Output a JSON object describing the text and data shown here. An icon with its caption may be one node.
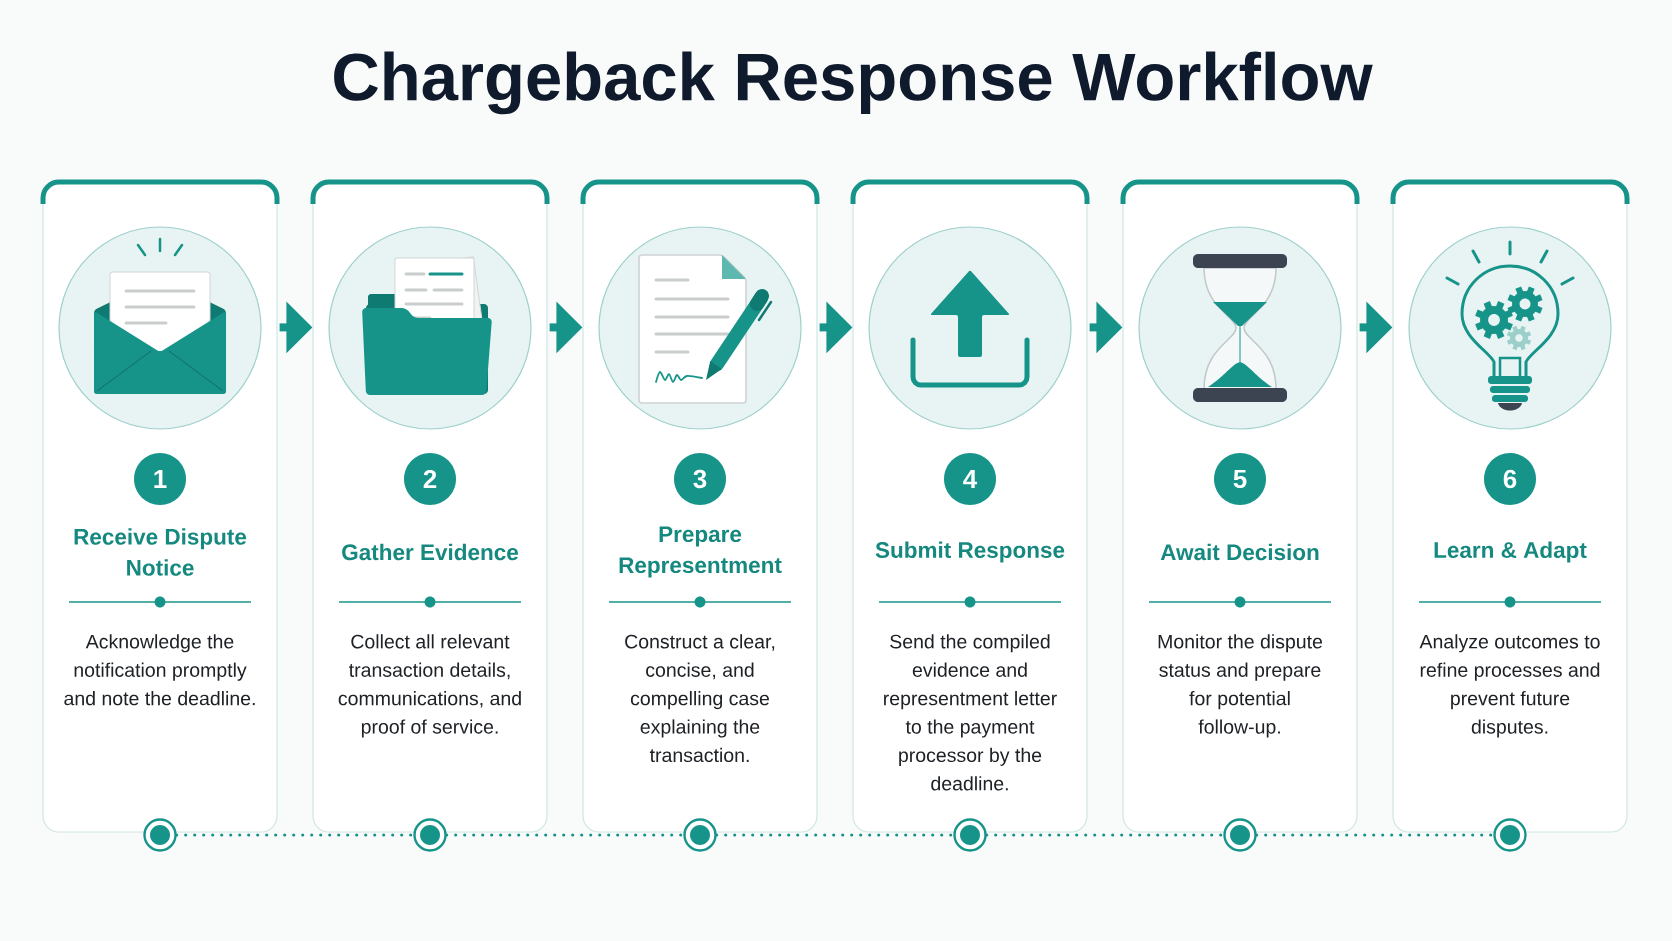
{
  "diagram": {
    "title": "Chargeback Response Workflow",
    "nodes": [
      {
        "text": [
          "Receive Dispute Notice",
          "Acknowledge the notification promptly and note the deadline."
        ]
      },
      {
        "text": [
          "1"
        ],
        "in": 0
      },
      {
        "text": [
          "Gather Evidence",
          "Collect all relevant transaction details, communications, and proof of service."
        ]
      },
      {
        "text": [
          "2"
        ],
        "in": 2
      },
      {
        "text": [
          "Prepare Representment",
          "Construct a clear, concise, and compelling case explaining the transaction."
        ]
      },
      {
        "text": [
          "3"
        ],
        "in": 4
      },
      {
        "text": [
          "Submit Response",
          "Send the compiled evidence and representment letter to the payment processor by the deadline."
        ]
      },
      {
        "text": [
          "4"
        ],
        "in": 6
      },
      {
        "text": [
          "Await Decision",
          "Monitor the dispute status and prepare for potential follow-up."
        ]
      },
      {
        "text": [
          "5"
        ],
        "in": 8
      },
      {
        "text": [
          "Learn & Adapt",
          "Analyze outcomes to refine processes and prevent future disputes."
        ]
      },
      {
        "text": [
          "6"
        ],
        "in": 10
      },
      {
        "text": [],
        "shape": "circle"
      },
      {
        "text": [],
        "shape": "circle"
      },
      {
        "text": [],
        "shape": "circle"
      },
      {
        "text": [],
        "shape": "circle"
      },
      {
        "text": [],
        "shape": "circle"
      },
      {
        "text": [],
        "shape": "circle"
      }
    ],
    "edges": [
      {
        "from": 0,
        "to": 2,
        "arrow": "to",
        "style": "thick"
      },
      {
        "from": 2,
        "to": 4,
        "arrow": "to",
        "style": "thick"
      },
      {
        "from": 4,
        "to": 6,
        "arrow": "to",
        "style": "thick"
      },
      {
        "from": 6,
        "to": 8,
        "arrow": "to",
        "style": "thick"
      },
      {
        "from": 8,
        "to": 10,
        "arrow": "to",
        "style": "thick"
      },
      {
        "from": 12,
        "to": 13,
        "arrow": "none",
        "style": "dashed"
      },
      {
        "from": 13,
        "to": 14,
        "arrow": "none",
        "style": "dashed"
      },
      {
        "from": 14,
        "to": 15,
        "arrow": "none",
        "style": "dashed"
      },
      {
        "from": 15,
        "to": 16,
        "arrow": "none",
        "style": "dashed"
      },
      {
        "from": 16,
        "to": 17,
        "arrow": "none",
        "style": "dashed"
      }
    ]
  }
}
